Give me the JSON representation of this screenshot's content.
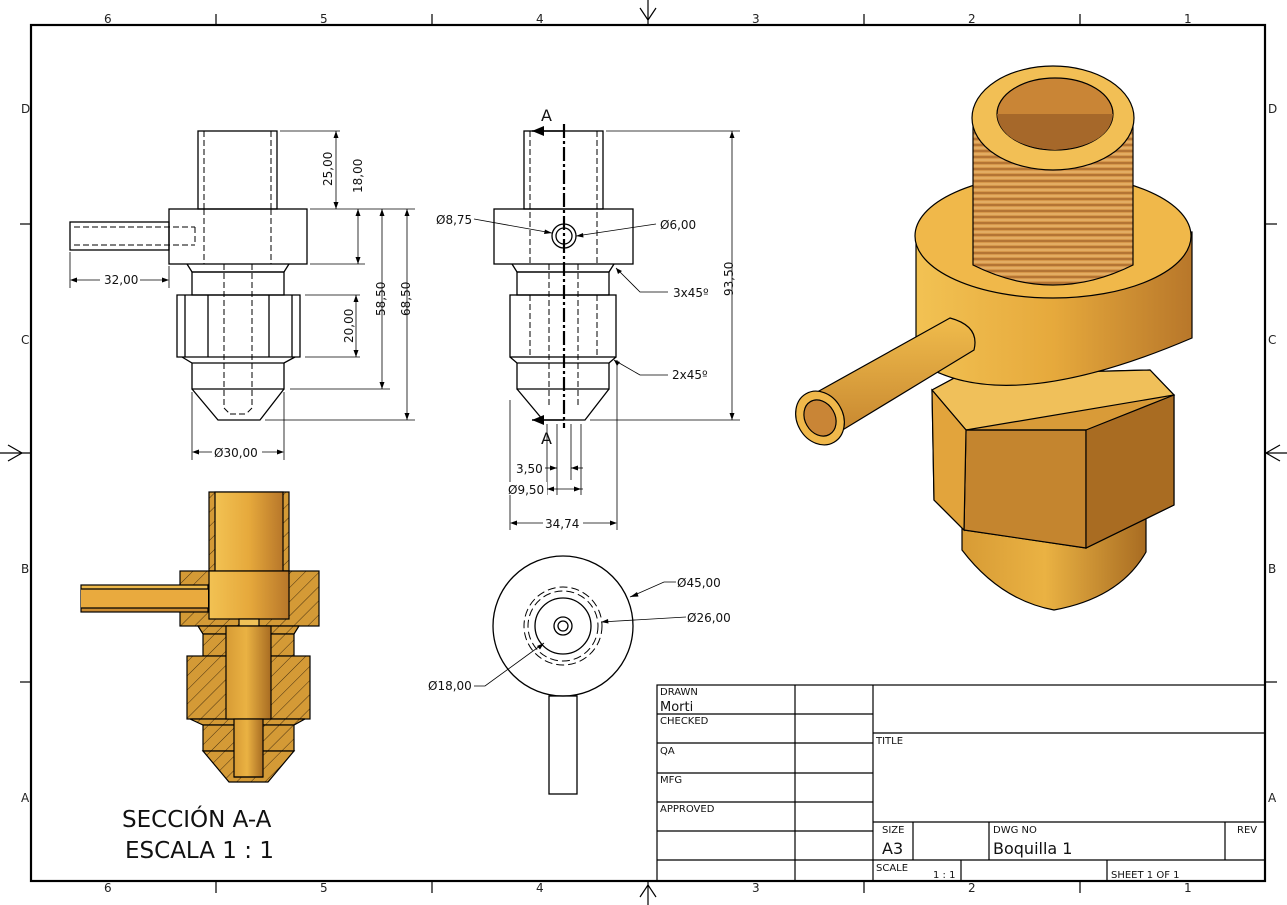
{
  "zones": {
    "columns": [
      "6",
      "5",
      "4",
      "3",
      "2",
      "1"
    ],
    "rows": [
      "D",
      "C",
      "B",
      "A"
    ]
  },
  "dimensions": {
    "d25": "25,00",
    "d18": "18,00",
    "d58_5": "58,50",
    "d68_5": "68,50",
    "d20": "20,00",
    "d32": "32,00",
    "d30": "Ø30,00",
    "d8_75": "Ø8,75",
    "d6": "Ø6,00",
    "c3x45": "3x45º",
    "c2x45": "2x45º",
    "d93_5": "93,50",
    "d3_5": "3,50",
    "d9_5": "Ø9,50",
    "d34_74": "34,74",
    "d45": "Ø45,00",
    "d26": "Ø26,00",
    "d18b": "Ø18,00"
  },
  "section": {
    "marker": "A",
    "title": "SECCIÓN A-A",
    "scale": "ESCALA 1 : 1"
  },
  "title_block": {
    "drawn_label": "DRAWN",
    "drawn_value": "Morti",
    "checked_label": "CHECKED",
    "qa_label": "QA",
    "mfg_label": "MFG",
    "approved_label": "APPROVED",
    "title_label": "TITLE",
    "size_label": "SIZE",
    "size_value": "A3",
    "dwg_no_label": "DWG NO",
    "dwg_no_value": "Boquilla 1",
    "rev_label": "REV",
    "scale_label": "SCALE",
    "scale_value": "1 : 1",
    "sheet": "SHEET 1   OF 1"
  },
  "colors": {
    "brass": "#e9a93d",
    "brass_dark": "#b9782a",
    "brass_light": "#f3c45e",
    "line": "#000000"
  }
}
